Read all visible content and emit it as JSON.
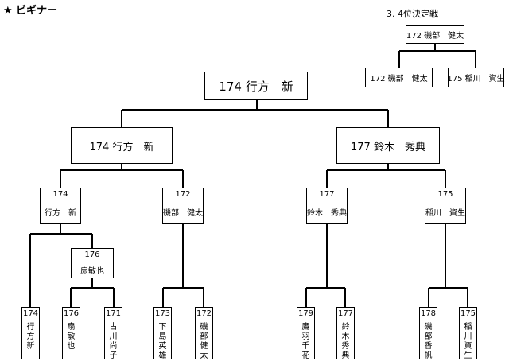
{
  "title": "★ ビギナー",
  "third_place": {
    "label": "3. 4位決定戦",
    "winner": "172 磯部　健太",
    "left": "172 磯部　健太",
    "right": "175 稲川　資生"
  },
  "final": {
    "winner": "174 行方　新"
  },
  "semis": [
    {
      "winner": "174 行方　新"
    },
    {
      "winner": "177 鈴木　秀典"
    }
  ],
  "quarters": [
    {
      "num": "174",
      "name": "行方　新"
    },
    {
      "num": "172",
      "name": "磯部　健太"
    },
    {
      "num": "177",
      "name": "鈴木　秀典"
    },
    {
      "num": "175",
      "name": "稲川　資生"
    }
  ],
  "round1": {
    "num": "176",
    "name": "扇敏也"
  },
  "players": [
    {
      "num": "174",
      "name": "行方新"
    },
    {
      "num": "176",
      "name": "扇敏也"
    },
    {
      "num": "171",
      "name": "古川尚子"
    },
    {
      "num": "173",
      "name": "下島英雄"
    },
    {
      "num": "172",
      "name": "磯部健太"
    },
    {
      "num": "179",
      "name": "鷹羽千花"
    },
    {
      "num": "177",
      "name": "鈴木秀典"
    },
    {
      "num": "178",
      "name": "磯部香帆"
    },
    {
      "num": "175",
      "name": "稲川資生"
    }
  ]
}
